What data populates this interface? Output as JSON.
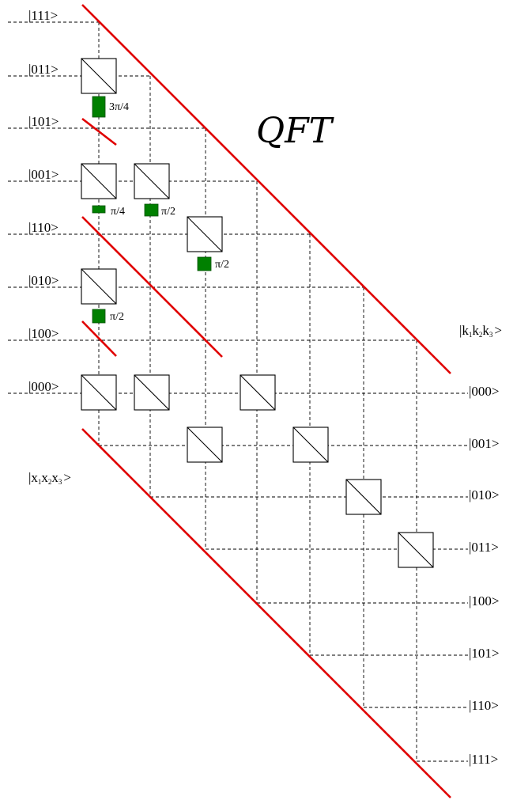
{
  "title": "QFT",
  "input_register": {
    "label": "|x",
    "subs": [
      "1",
      "2",
      "3"
    ],
    "suffix": ">",
    "ports": [
      "|111>",
      "|011>",
      "|101>",
      "|001>",
      "|110>",
      "|010>",
      "|100>",
      "|000>"
    ]
  },
  "output_register": {
    "label": "|k",
    "subs": [
      "1",
      "2",
      "3"
    ],
    "suffix": ">",
    "ports": [
      "|000>",
      "|001>",
      "|010>",
      "|011>",
      "|100>",
      "|101>",
      "|110>",
      "|111>"
    ]
  },
  "phase_shifters": [
    {
      "label": "3π/4"
    },
    {
      "label": "π/4"
    },
    {
      "label": "π/2"
    },
    {
      "label": "π/2"
    },
    {
      "label": "π/2"
    }
  ],
  "colors": {
    "stage_boundary": "#e00000",
    "phase_shifter": "#008000",
    "grid": "#000000"
  }
}
